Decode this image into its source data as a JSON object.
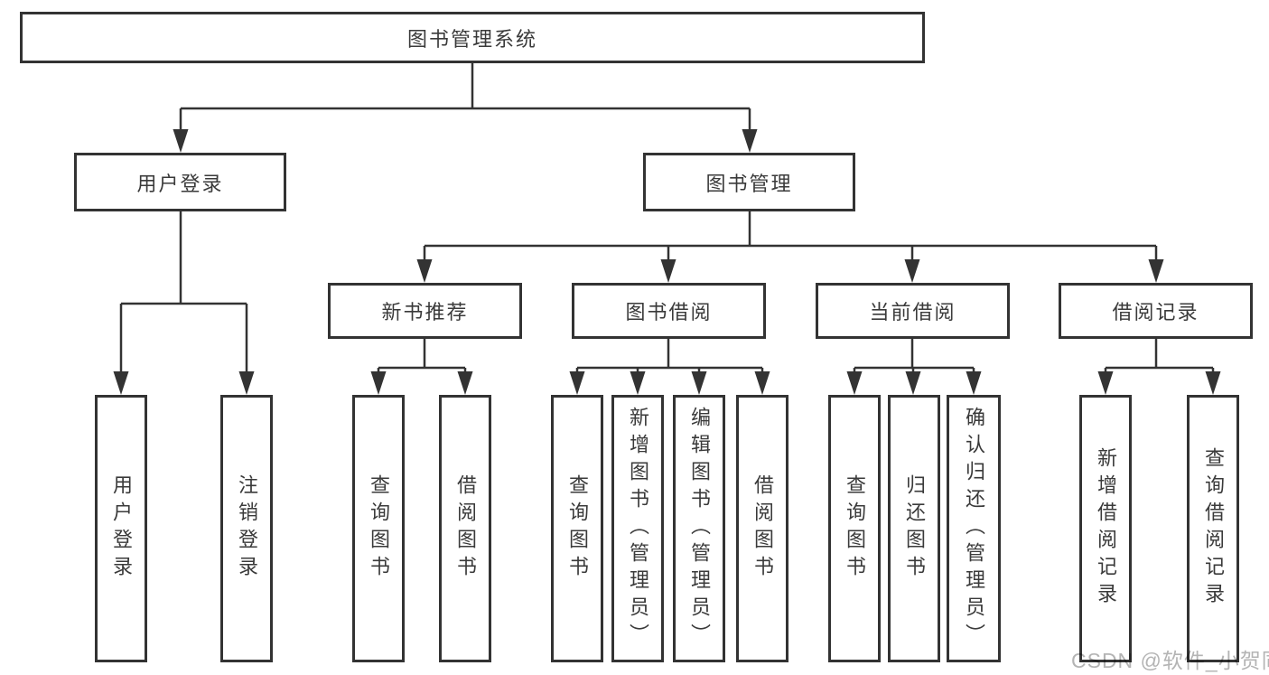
{
  "diagram": {
    "root": {
      "label": "图书管理系统"
    },
    "level2": [
      {
        "label": "用户登录"
      },
      {
        "label": "图书管理"
      }
    ],
    "level3": [
      {
        "label": "新书推荐"
      },
      {
        "label": "图书借阅"
      },
      {
        "label": "当前借阅"
      },
      {
        "label": "借阅记录"
      }
    ],
    "leaves": [
      {
        "label": "用户登录"
      },
      {
        "label": "注销登录"
      },
      {
        "label": "查询图书"
      },
      {
        "label": "借阅图书"
      },
      {
        "label": "查询图书"
      },
      {
        "label": "新增图书（管理员）"
      },
      {
        "label": "编辑图书（管理员）"
      },
      {
        "label": "借阅图书"
      },
      {
        "label": "查询图书"
      },
      {
        "label": "归还图书"
      },
      {
        "label": "确认归还（管理员）"
      },
      {
        "label": "新增借阅记录"
      },
      {
        "label": "查询借阅记录"
      }
    ],
    "colors": {
      "line": "#333333",
      "text": "#3a3a3a",
      "box_background": "#ffffff",
      "watermark": "#b4b4b4"
    }
  },
  "watermark": {
    "text": "CSDN @软件_小贺同学"
  }
}
